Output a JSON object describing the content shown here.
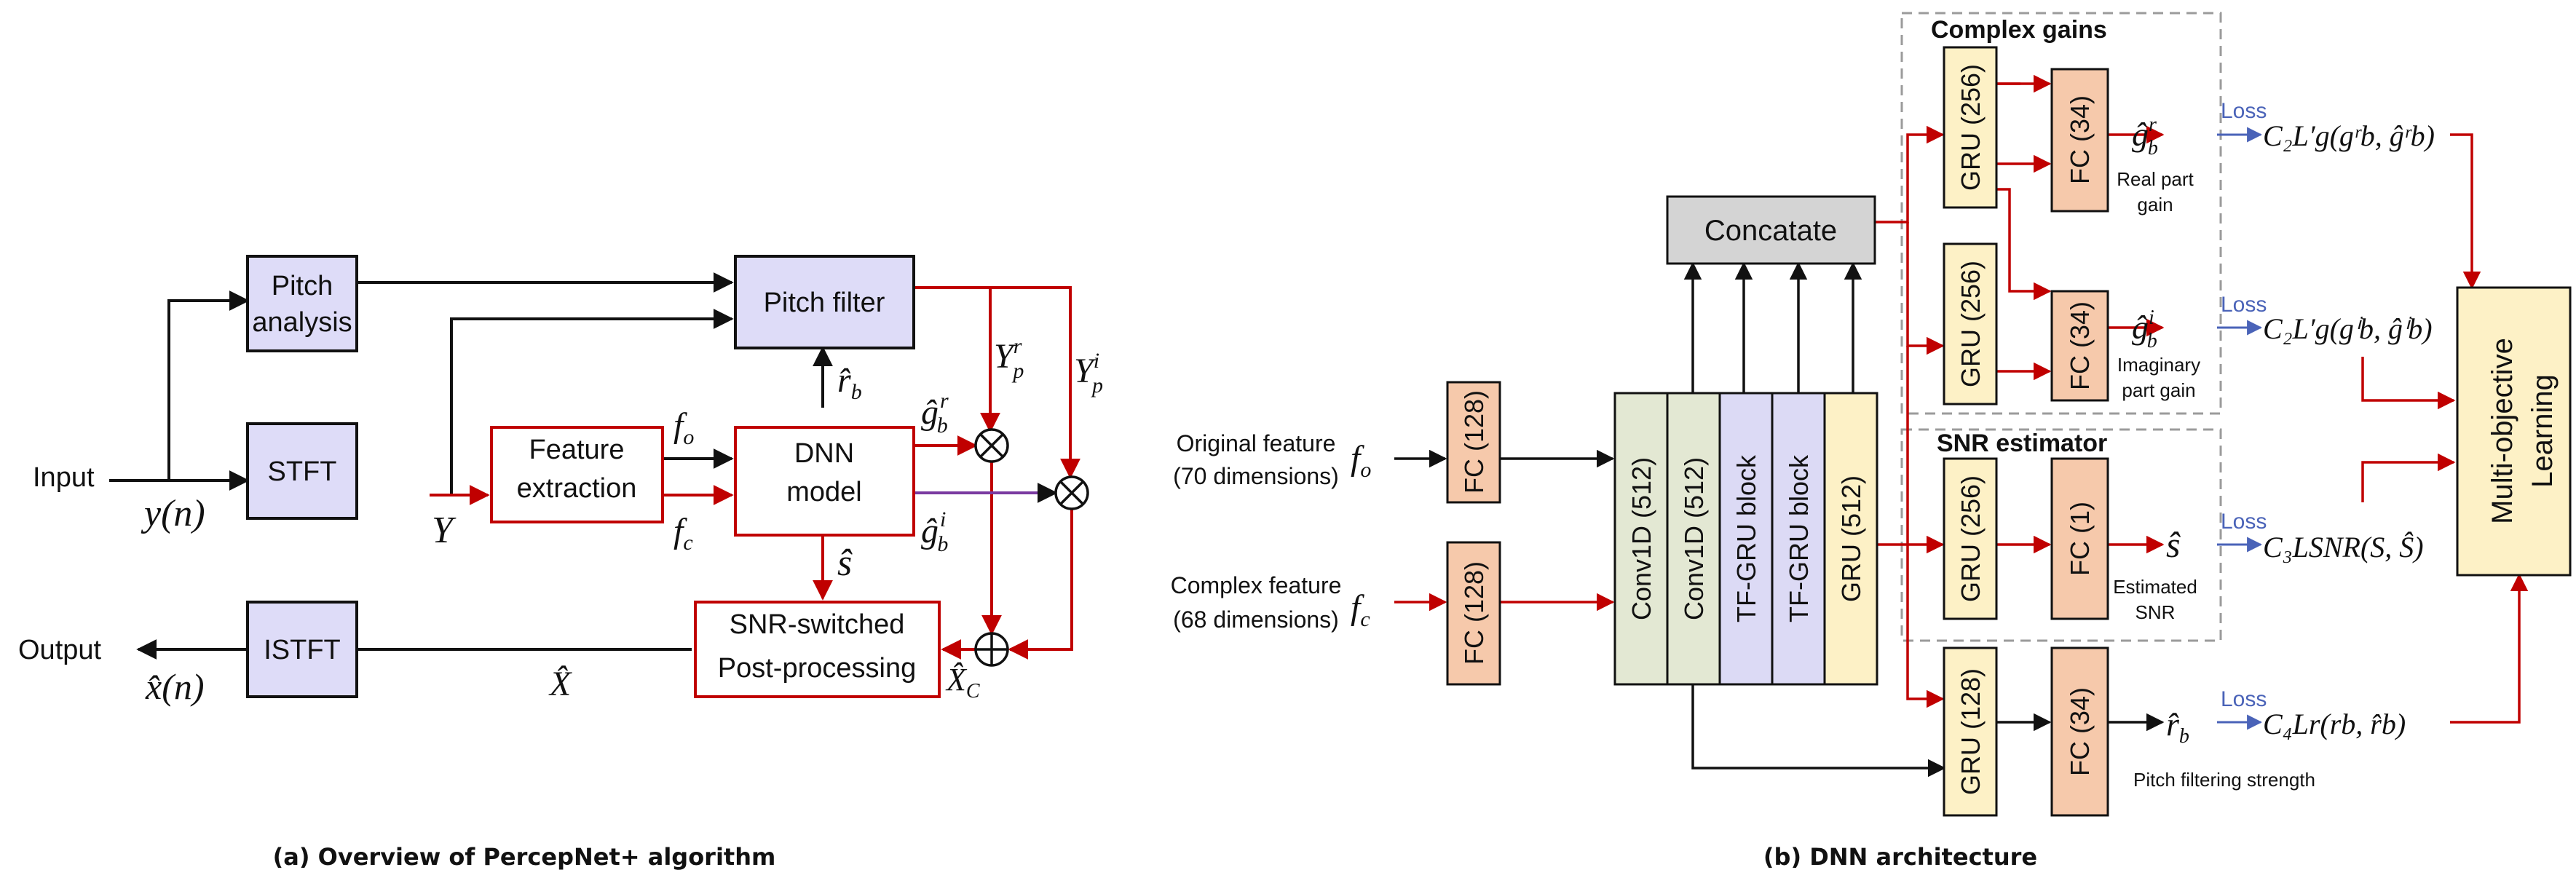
{
  "colors": {
    "black": "#111111",
    "red": "#c00000",
    "blue": "#4a63b8",
    "block_fill": "#dedcf8",
    "fc_fill": "#f6c9ab",
    "gru_fill": "#fdf1c6",
    "conv_fill": "#e3e8d3",
    "tfgru_fill": "#dcdaf5",
    "concat_fill": "#d4d4d4",
    "dash": "#9b9b9b"
  },
  "left": {
    "caption": "(a) Overview of PercepNet+ algorithm",
    "input": "Input",
    "output": "Output",
    "pitch_analysis": [
      "Pitch",
      "analysis"
    ],
    "stft": "STFT",
    "istft": "ISTFT",
    "pitch_filter": "Pitch filter",
    "feature_extraction": [
      "Feature",
      "extraction"
    ],
    "dnn_model": [
      "DNN",
      "model"
    ],
    "snr_post": [
      "SNR-switched",
      "Post-processing"
    ],
    "y_n": "y(n)",
    "Y": "Y",
    "f_o": "f",
    "f_o_sub": "o",
    "f_c": "f",
    "f_c_sub": "c",
    "r_b": "r̂",
    "r_b_sub": "b",
    "s_hat": "ŝ",
    "g_r": "ĝ",
    "g_r_sub": "b",
    "g_r_sup": "r",
    "g_i": "ĝ",
    "g_i_sub": "b",
    "g_i_sup": "i",
    "Yp_r": "Y",
    "Yp_r_sub": "p",
    "Yp_r_sup": "r",
    "Yp_i": "Y",
    "Yp_i_sub": "p",
    "Yp_i_sup": "i",
    "X_hat": "X̂",
    "Xc_hat": "X̂",
    "Xc_sub": "C",
    "x_hat_n": "x̂(n)"
  },
  "right": {
    "caption": "(b) DNN architecture",
    "complex_gains": "Complex gains",
    "snr_estimator": "SNR estimator",
    "original_feature": [
      "Original feature",
      "(70 dimensions)"
    ],
    "complex_feature": [
      "Complex feature",
      "(68 dimensions)"
    ],
    "f_o": "f",
    "f_o_sub": "o",
    "f_c": "f",
    "f_c_sub": "c",
    "fc128_top": "FC (128)",
    "fc128_bottom": "FC (128)",
    "conv1": "Conv1D (512)",
    "conv2": "Conv1D (512)",
    "tfgru1": "TF-GRU block",
    "tfgru2": "TF-GRU block",
    "gru512": "GRU (512)",
    "concatate": "Concatate",
    "gru256_a": "GRU (256)",
    "gru256_b": "GRU (256)",
    "gru256_c": "GRU (256)",
    "gru128": "GRU (128)",
    "fc34_a": "FC (34)",
    "fc34_b": "FC (34)",
    "fc1": "FC (1)",
    "fc34_c": "FC (34)",
    "out_gr": "ĝ",
    "out_gr_sub": "b",
    "out_gr_sup": "r",
    "out_gi": "ĝ",
    "out_gi_sub": "b",
    "out_gi_sup": "i",
    "out_s": "ŝ",
    "out_r": "r̂",
    "out_r_sub": "b",
    "real_part": [
      "Real part",
      "gain"
    ],
    "imag_part": [
      "Imaginary",
      "part gain"
    ],
    "estimated_snr": [
      "Estimated",
      "SNR"
    ],
    "pitch_strength": "Pitch filtering strength",
    "loss": "Loss",
    "loss1": "C₂L′g(gʳb, ĝʳb)",
    "loss2": "C₂L′g(gⁱb, ĝⁱb)",
    "loss3": "C₃LSNR(S, Ŝ)",
    "loss4": "C₄Lr(rb, r̂b)",
    "multi_objective": [
      "Multi-objective",
      "Learning"
    ]
  }
}
